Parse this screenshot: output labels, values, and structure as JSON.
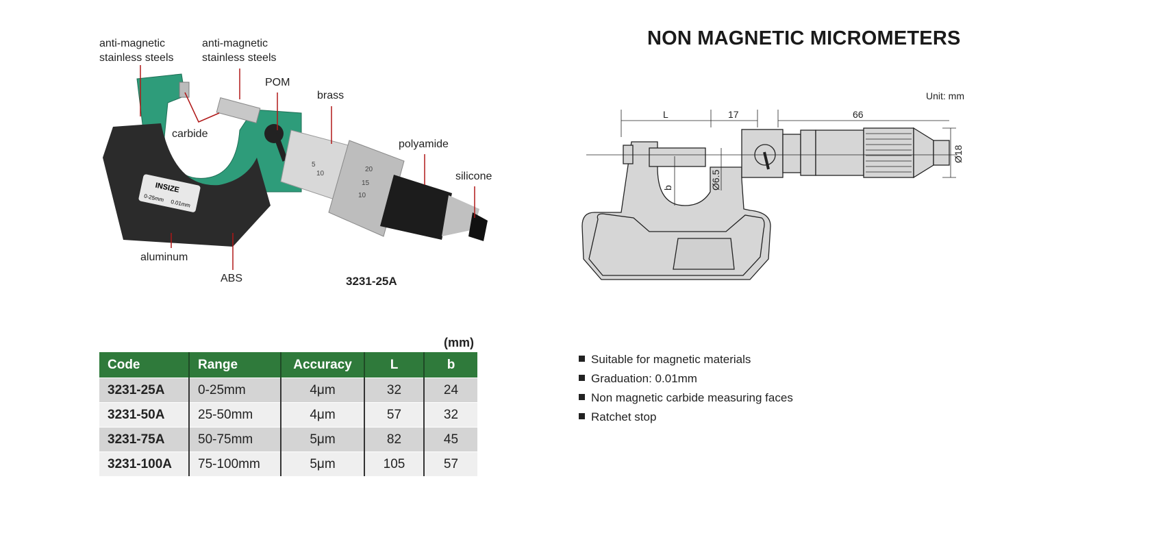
{
  "title": "NON MAGNETIC MICROMETERS",
  "photo": {
    "model": "3231-25A",
    "brand_logo": "INSIZE",
    "plate_text": [
      "0-25mm",
      "0.01mm"
    ],
    "thimble_marks": [
      "20",
      "15",
      "10",
      "5",
      "10"
    ],
    "labels": {
      "anvil_material": "anti-magnetic stainless steels",
      "spindle_material": "anti-magnetic stainless steels",
      "lock": "POM",
      "sleeve": "brass",
      "faces": "carbide",
      "thimble_grip": "polyamide",
      "ratchet": "silicone",
      "frame": "aluminum",
      "insulator": "ABS"
    }
  },
  "drawing": {
    "unit": "Unit: mm",
    "dims": {
      "L": "L",
      "d17": "17",
      "d66": "66",
      "d18": "Ø18",
      "b": "b",
      "d65": "Ø6.5"
    }
  },
  "table": {
    "unit": "(mm)",
    "headers": [
      "Code",
      "Range",
      "Accuracy",
      "L",
      "b"
    ],
    "rows": [
      [
        "3231-25A",
        "0-25mm",
        "4μm",
        "32",
        "24"
      ],
      [
        "3231-50A",
        "25-50mm",
        "4μm",
        "57",
        "32"
      ],
      [
        "3231-75A",
        "50-75mm",
        "5μm",
        "82",
        "45"
      ],
      [
        "3231-100A",
        "75-100mm",
        "5μm",
        "105",
        "57"
      ]
    ]
  },
  "features": [
    "Suitable for magnetic materials",
    "Graduation: 0.01mm",
    "Non magnetic carbide measuring faces",
    "Ratchet stop"
  ],
  "colors": {
    "header_green": "#2f7a3b",
    "frame_green": "#2f9b78"
  }
}
